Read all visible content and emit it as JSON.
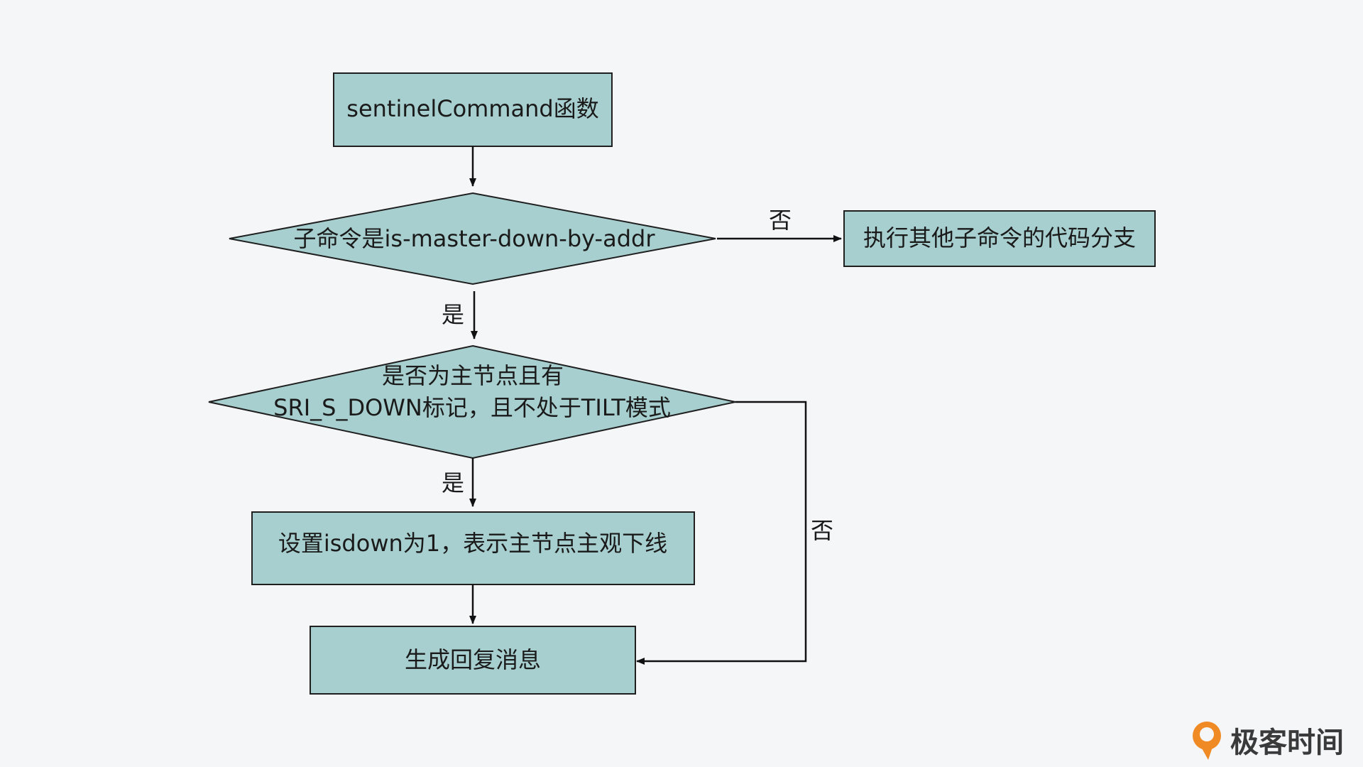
{
  "colors": {
    "background": "#f5f6f8",
    "node_fill": "#a8cfcf",
    "node_stroke": "#1f1f1f",
    "edge": "#111111",
    "logo_orange": "#f08a24"
  },
  "nodes": {
    "start": {
      "label": "sentinelCommand函数"
    },
    "check_subcommand": {
      "label": "子命令是is-master-down-by-addr"
    },
    "other_branch": {
      "label": "执行其他子命令的代码分支"
    },
    "check_master": {
      "label_line1": "是否为主节点且有",
      "label_line2": "SRI_S_DOWN标记，且不处于TILT模式"
    },
    "set_isdown": {
      "label": "设置isdown为1，表示主节点主观下线"
    },
    "reply": {
      "label": "生成回复消息"
    }
  },
  "edges": {
    "subcommand_no": "否",
    "subcommand_yes": "是",
    "master_yes": "是",
    "master_no": "否"
  },
  "logo": {
    "text": "极客时间",
    "icon": "geektime-logo-icon"
  }
}
